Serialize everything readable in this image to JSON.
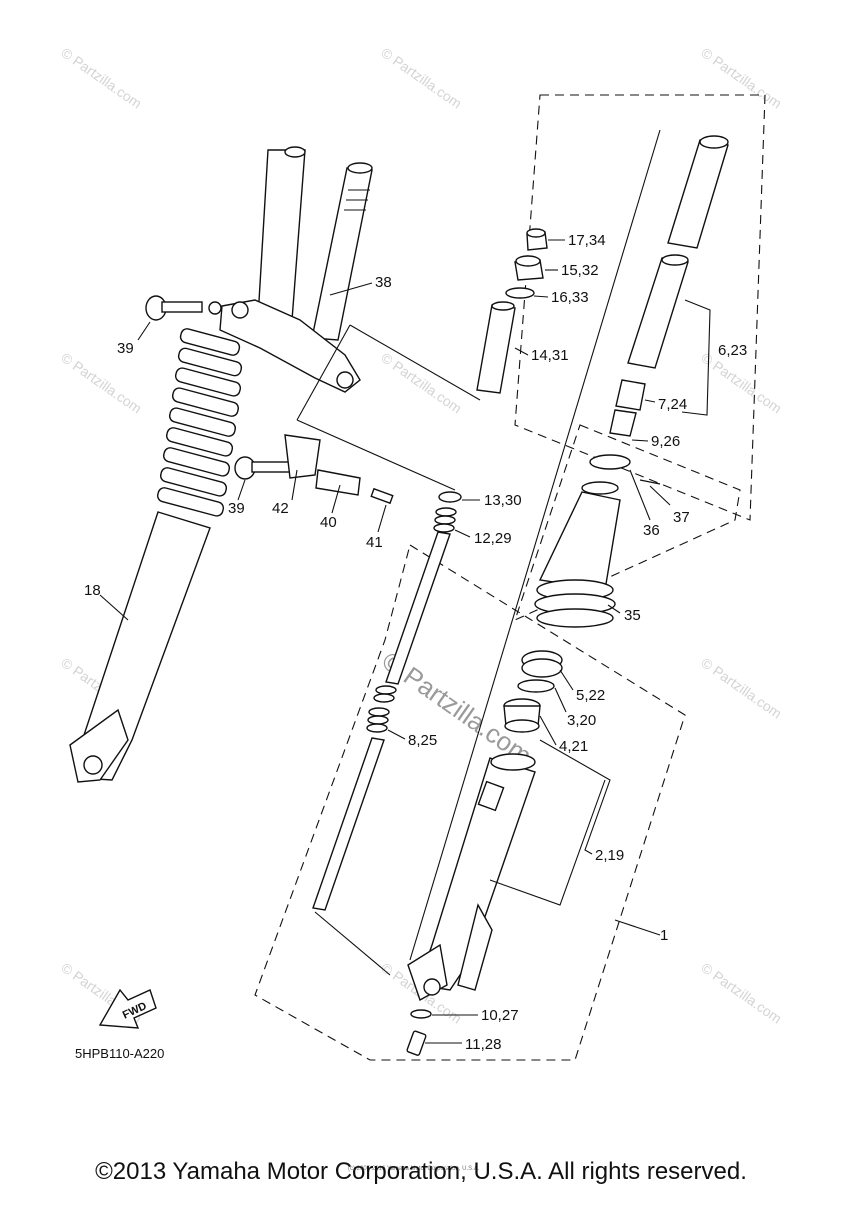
{
  "diagram": {
    "callouts": [
      "17,34",
      "15,32",
      "16,33",
      "14,31",
      "6,23",
      "7,24",
      "9,26",
      "37",
      "36",
      "38",
      "39",
      "39",
      "42",
      "40",
      "41",
      "13,30",
      "12,29",
      "18",
      "35",
      "5,22",
      "3,20",
      "4,21",
      "8,25",
      "2,19",
      "1",
      "10,27",
      "11,28"
    ],
    "fwd_label": "FWD",
    "diagram_code": "5HPB110-A220",
    "watermark": "© Partzilla.com",
    "fine_print": "(c) 2005-2016 Yamaha Motor Corporation, U.S.A."
  },
  "footer": {
    "copyright": "©2013 Yamaha Motor Corporation, U.S.A. All rights reserved."
  }
}
